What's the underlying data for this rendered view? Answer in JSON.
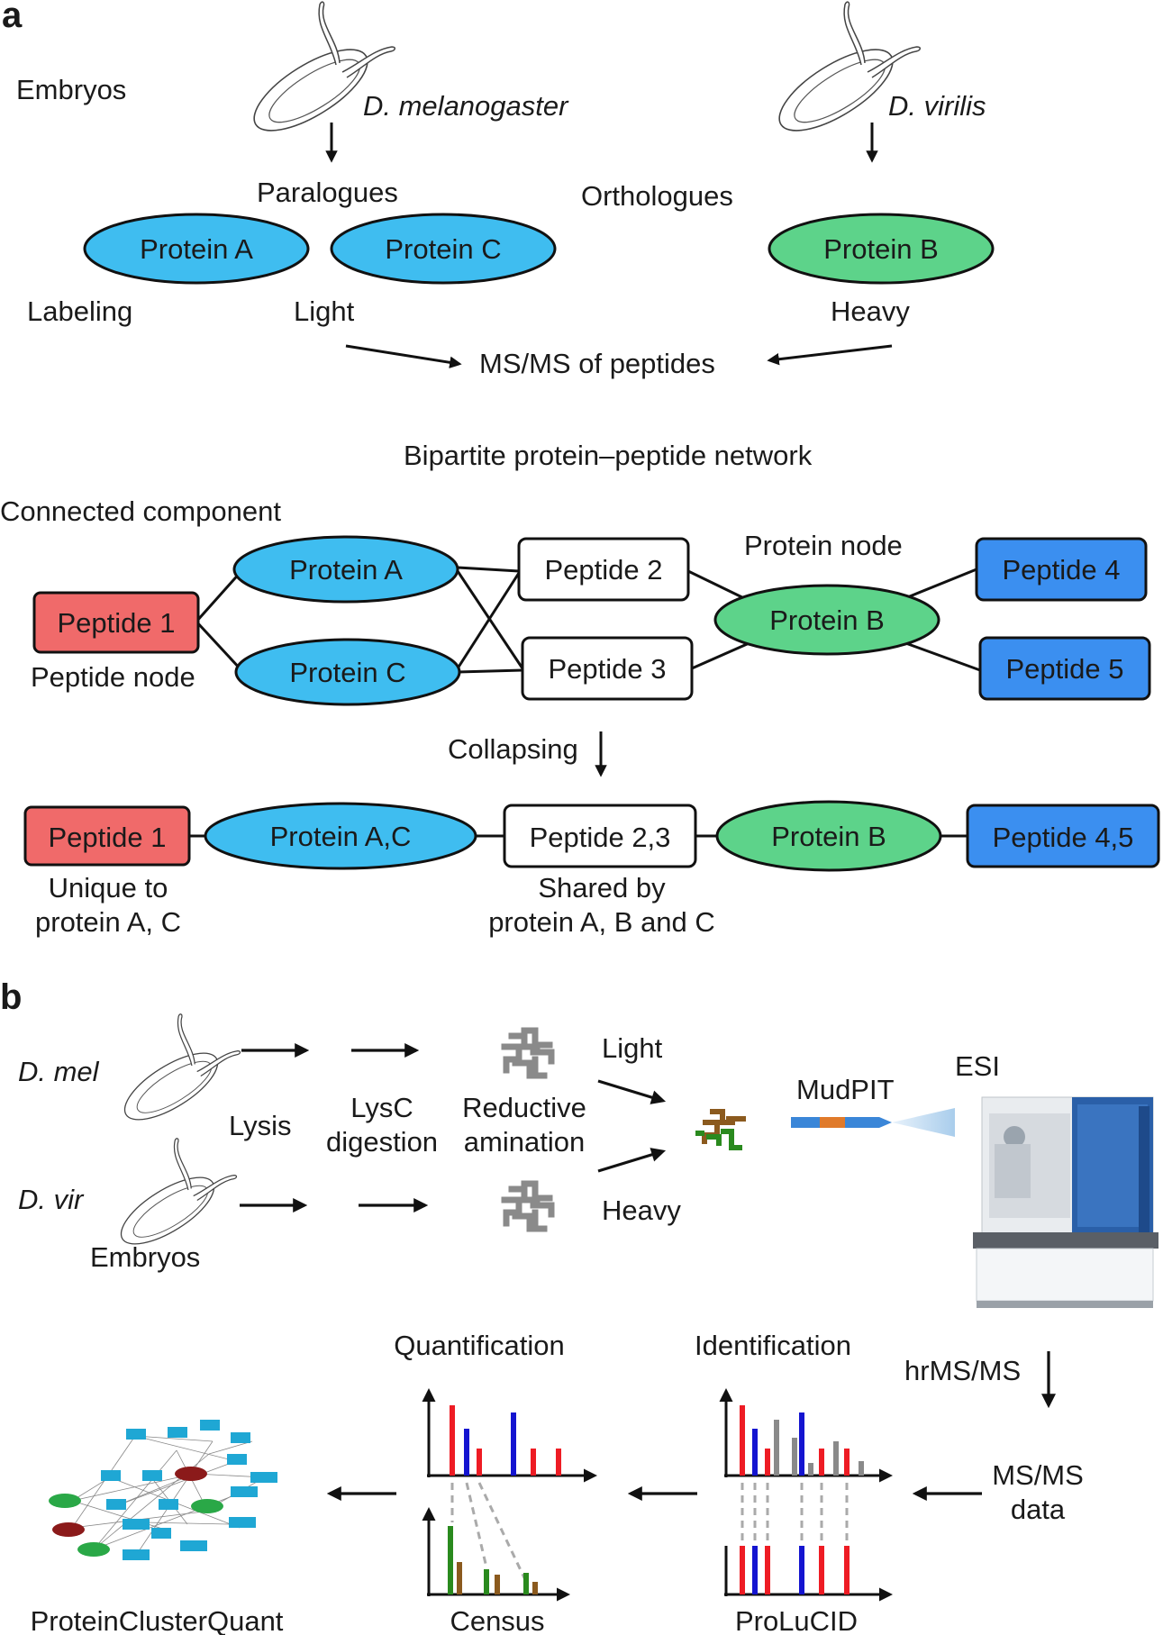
{
  "panel_a": {
    "letter": "a",
    "embryos": "Embryos",
    "species1": "D. melanogaster",
    "species2": "D. virilis",
    "paralogues": "Paralogues",
    "orthologues": "Orthologues",
    "protein_a": "Protein A",
    "protein_c": "Protein C",
    "protein_b": "Protein B",
    "labeling": "Labeling",
    "light": "Light",
    "heavy": "Heavy",
    "msms_peptides": "MS/MS of peptides",
    "network_title": "Bipartite protein–peptide network",
    "connected_component": "Connected component",
    "peptide_1": "Peptide 1",
    "peptide_2": "Peptide 2",
    "peptide_3": "Peptide 3",
    "peptide_4": "Peptide 4",
    "peptide_5": "Peptide 5",
    "protein_node": "Protein node",
    "peptide_node": "Peptide node",
    "collapsing": "Collapsing",
    "c_peptide_1": "Peptide 1",
    "c_protein_ac": "Protein A,C",
    "c_peptide_23": "Peptide 2,3",
    "c_protein_b": "Protein B",
    "c_peptide_45": "Peptide 4,5",
    "unique_1": "Unique to",
    "unique_2": "protein A, C",
    "shared_1": "Shared by",
    "shared_2": "protein A, B and C"
  },
  "panel_b": {
    "letter": "b",
    "d_mel": "D. mel",
    "d_vir": "D. vir",
    "embryos": "Embryos",
    "lysis": "Lysis",
    "lysc_1": "LysC",
    "lysc_2": "digestion",
    "reductive_1": "Reductive",
    "reductive_2": "amination",
    "light": "Light",
    "heavy": "Heavy",
    "mudpit": "MudPIT",
    "esi": "ESI",
    "hrmsms": "hrMS/MS",
    "msms_data_1": "MS/MS",
    "msms_data_2": "data",
    "quantification": "Quantification",
    "identification": "Identification",
    "census": "Census",
    "prolucid": "ProLuCID",
    "proteinclusterquant": "ProteinClusterQuant"
  },
  "colors": {
    "protein_ac_blue": "#3fbdf0",
    "protein_b_green": "#5dd38a",
    "peptide_1_red": "#f06a6a",
    "peptide_45_blue": "#3b8ff0",
    "spectrum_red": "#ee1c24",
    "spectrum_blue": "#1414d0",
    "spectrum_grey": "#8a8a8a",
    "census_green": "#2a8a1e",
    "census_brown": "#8b5a1e"
  },
  "icons": [
    "fruit-fly-embryo-icon",
    "peptide-cluster-icon",
    "mass-spectrometer-icon",
    "network-graph-icon"
  ]
}
